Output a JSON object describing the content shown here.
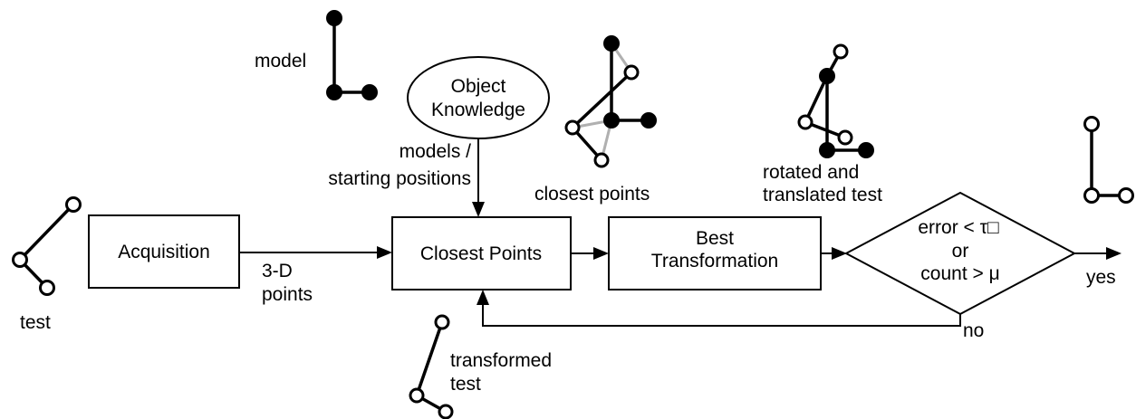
{
  "labels": {
    "model": "model",
    "test": "test",
    "object_knowledge_line1": "Object",
    "object_knowledge_line2": "Knowledge",
    "models_line1": "models /",
    "models_line2": "starting positions",
    "closest_points_caption": "closest points",
    "rotated_line1": "rotated and",
    "rotated_line2": "translated test",
    "points_line1": "3-D",
    "points_line2": "points",
    "transformed_line1": "transformed",
    "transformed_line2": "test",
    "yes": "yes",
    "no": "no"
  },
  "boxes": {
    "acquisition": "Acquisition",
    "closest_points": "Closest Points",
    "best_transformation_line1": "Best",
    "best_transformation_line2": "Transformation"
  },
  "decision": {
    "line1": "error < τ□",
    "line2": "or",
    "line3": "count > μ"
  }
}
